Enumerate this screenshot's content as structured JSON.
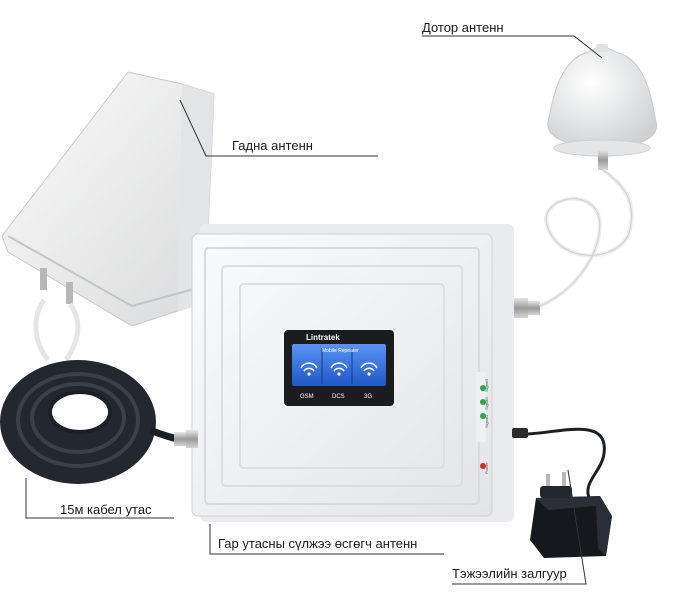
{
  "labels": {
    "indoor_antenna": "Дотор антенн",
    "outdoor_antenna": "Гадна антенн",
    "cable": "15м кабел утас",
    "booster": "Гар утасны сүлжээ өсгөгч антенн",
    "power_adapter": "Тэжээлийн залгуур"
  },
  "device": {
    "brand": "Lintratek",
    "screen_title": "Mobile Repeater",
    "bands": [
      "GSM",
      "DCS",
      "3G"
    ],
    "side_labels": [
      "Signal3",
      "Signal2",
      "Signal1"
    ],
    "power_label": "Power"
  },
  "colors": {
    "device_body": "#f3f4f6",
    "screen_blue": "#2f6fe0",
    "led_green": "#2aa84a",
    "led_red": "#d62b2b",
    "cable_black": "#1b1f26",
    "leader_line": "#333333"
  }
}
